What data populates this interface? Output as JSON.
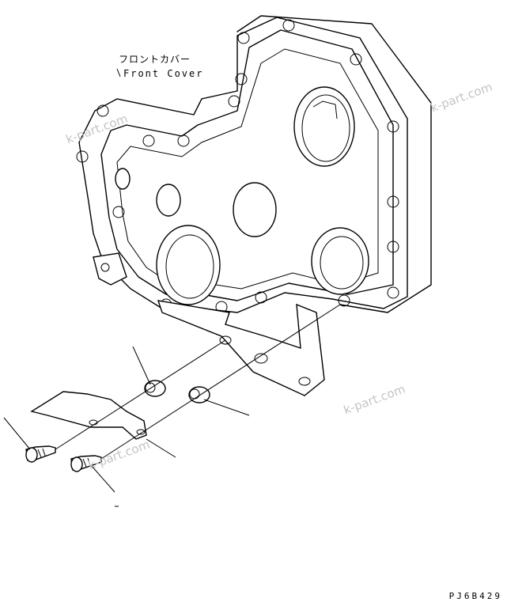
{
  "labels": {
    "front_cover_jp": "フロントカバー",
    "front_cover_en": "Front Cover"
  },
  "drawing_code": "PJ6B429",
  "watermark": "k-part.com",
  "colors": {
    "line": "#000000",
    "background": "#ffffff",
    "watermark": "#c4c4c4"
  }
}
